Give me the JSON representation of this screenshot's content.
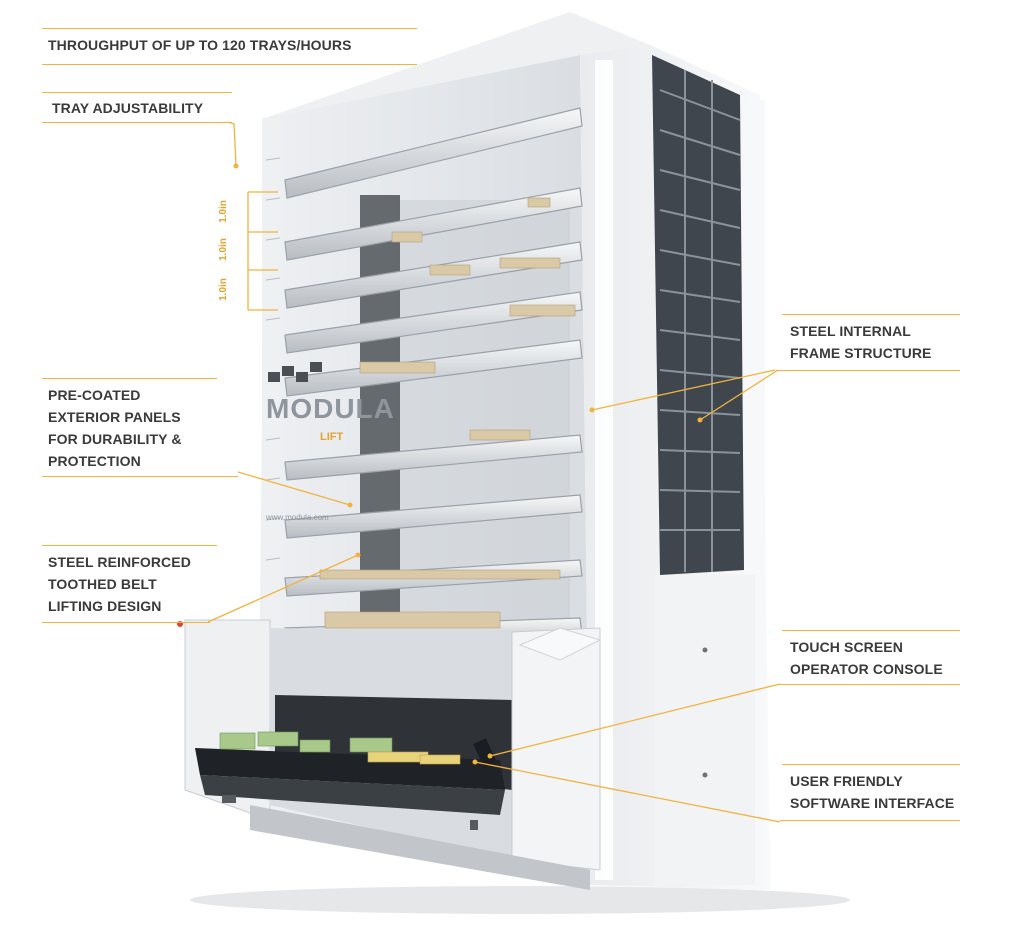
{
  "colors": {
    "accent": "#f2b33d",
    "callout_text": "#3a3a3a",
    "cabinet_white": "#f4f5f6",
    "cabinet_shadow": "#c9ccd0",
    "glass": "#dfe3e7",
    "dark_frame": "#2b2f33",
    "tray_goods": "#d8c8a8"
  },
  "callouts": {
    "throughput": "THROUGHPUT OF UP TO 120 TRAYS/HOURS",
    "tray_adjustability": "TRAY ADJUSTABILITY",
    "pre_coated": [
      "PRE-COATED",
      "EXTERIOR PANELS",
      "FOR DURABILITY &",
      "PROTECTION"
    ],
    "steel_belt": [
      "STEEL REINFORCED",
      "TOOTHED BELT",
      "LIFTING DESIGN"
    ],
    "steel_frame": [
      "STEEL INTERNAL",
      "FRAME STRUCTURE"
    ],
    "touch_screen": [
      "TOUCH SCREEN",
      "OPERATOR CONSOLE"
    ],
    "software": [
      "USER FRIENDLY",
      "SOFTWARE INTERFACE"
    ]
  },
  "dimensions": [
    "1.0in",
    "1.0in",
    "1.0in"
  ],
  "brand": {
    "logo": "MODULA",
    "sub": "LIFT",
    "website": "www.modula.com"
  }
}
